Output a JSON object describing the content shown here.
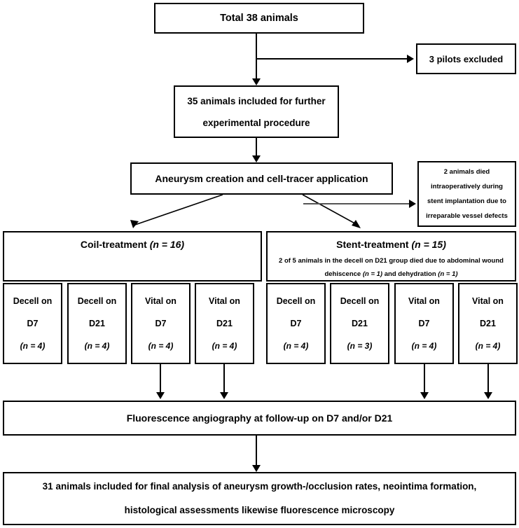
{
  "diagram": {
    "title": "Animal study flow diagram",
    "colors": {
      "stroke": "#000000",
      "background": "#ffffff",
      "text": "#000000"
    },
    "nodes": {
      "total": {
        "text": "Total 38 animals"
      },
      "pilots_excluded": {
        "text": "3 pilots excluded"
      },
      "included": {
        "line1": "35 animals included for further",
        "line2": "experimental procedure"
      },
      "aneurysm": {
        "text": "Aneurysm creation and cell-tracer application"
      },
      "died_intraop": {
        "line1": "2 animals died",
        "line2": "intraoperatively during",
        "line3": "stent implantation due to",
        "line4": "irreparable vessel defects"
      },
      "coil_group": {
        "title": "Coil-treatment (n = 16)",
        "title_main": "Coil-treatment",
        "title_n": "(n = 16)",
        "note": ""
      },
      "stent_group": {
        "title": "Stent-treatment (n = 15)",
        "title_main": "Stent-treatment",
        "title_n": "(n = 15)",
        "note_line1": "2 of 5 animals in the decell on D21 group died due to abdominal wound",
        "note_line2": "dehiscence (n = 1) and dehydration (n = 1)"
      },
      "fluorescence": {
        "text": "Fluorescence angiography at follow-up on D7 and/or D21"
      },
      "final": {
        "line1": "31 animals included for final analysis of aneurysm growth-/occlusion rates, neointima formation,",
        "line2": "histological assessments likewise fluorescence microscopy"
      }
    },
    "subgroups": [
      {
        "id": "coil-decell-d7",
        "type": "Decell on",
        "day": "D7",
        "n": "(n = 4)",
        "group": "coil"
      },
      {
        "id": "coil-decell-d21",
        "type": "Decell on",
        "day": "D21",
        "n": "(n = 4)",
        "group": "coil"
      },
      {
        "id": "coil-vital-d7",
        "type": "Vital on",
        "day": "D7",
        "n": "(n = 4)",
        "group": "coil"
      },
      {
        "id": "coil-vital-d21",
        "type": "Vital on",
        "day": "D21",
        "n": "(n = 4)",
        "group": "coil"
      },
      {
        "id": "stent-decell-d7",
        "type": "Decell on",
        "day": "D7",
        "n": "(n = 4)",
        "group": "stent"
      },
      {
        "id": "stent-decell-d21",
        "type": "Decell on",
        "day": "D21",
        "n": "(n = 3)",
        "group": "stent"
      },
      {
        "id": "stent-vital-d7",
        "type": "Vital on",
        "day": "D7",
        "n": "(n = 4)",
        "group": "stent"
      },
      {
        "id": "stent-vital-d21",
        "type": "Vital on",
        "day": "D21",
        "n": "(n = 4)",
        "group": "stent"
      }
    ]
  }
}
